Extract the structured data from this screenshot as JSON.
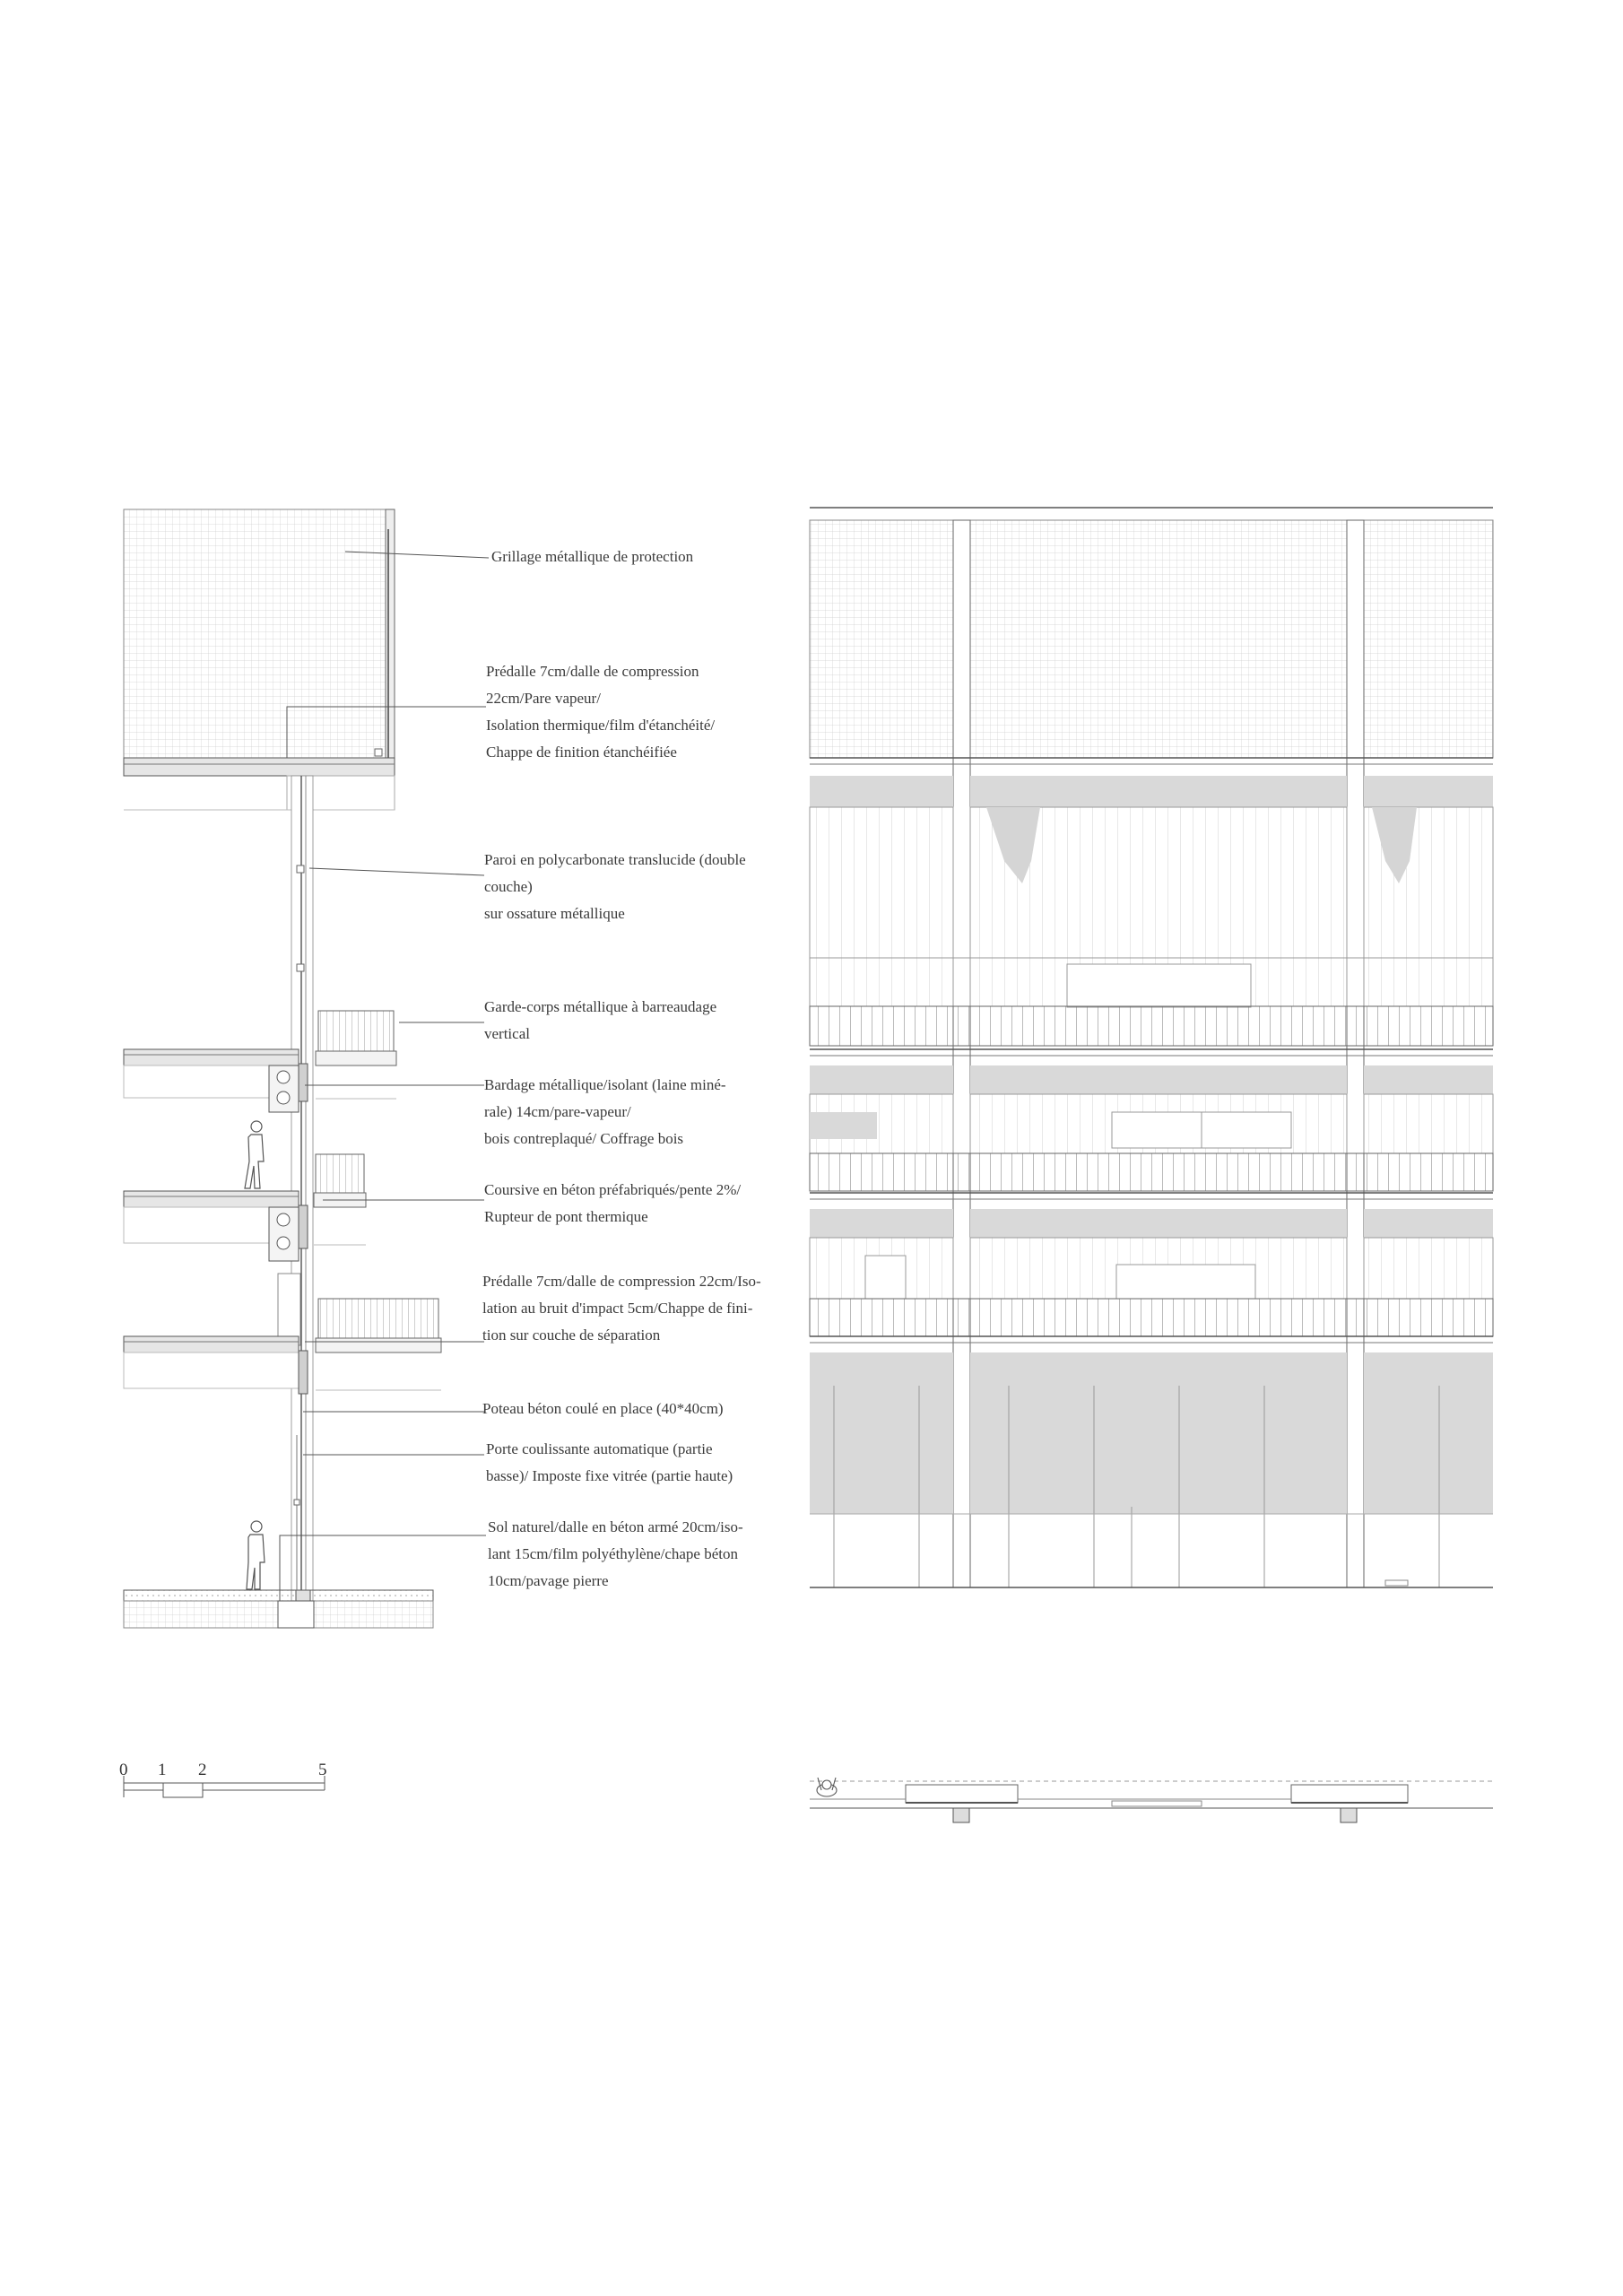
{
  "annotations": [
    {
      "id": "grillage",
      "lines": [
        "Grillage métallique de protection"
      ]
    },
    {
      "id": "toiture",
      "lines": [
        "Prédalle 7cm/dalle de compression",
        "22cm/Pare vapeur/",
        "Isolation thermique/film d'étanchéité/",
        "Chappe de finition étanchéifiée"
      ]
    },
    {
      "id": "paroi",
      "lines": [
        "Paroi en polycarbonate translucide (double",
        "couche)",
        "sur ossature métallique"
      ]
    },
    {
      "id": "garde-corps",
      "lines": [
        "Garde-corps métallique à barreaudage",
        "vertical"
      ]
    },
    {
      "id": "bardage",
      "lines": [
        "Bardage métallique/isolant (laine miné-",
        "rale) 14cm/pare-vapeur/",
        "bois contreplaqué/ Coffrage bois"
      ]
    },
    {
      "id": "coursive",
      "lines": [
        "Coursive en béton préfabriqués/pente 2%/",
        "Rupteur de pont thermique"
      ]
    },
    {
      "id": "plancher",
      "lines": [
        "Prédalle 7cm/dalle de compression 22cm/Iso-",
        "lation au bruit d'impact 5cm/Chappe de fini-",
        "tion sur couche de séparation"
      ]
    },
    {
      "id": "poteau",
      "lines": [
        "Poteau béton coulé en place (40*40cm)"
      ]
    },
    {
      "id": "porte",
      "lines": [
        "Porte coulissante automatique (partie",
        "basse)/ Imposte fixe vitrée (partie haute)"
      ]
    },
    {
      "id": "sol",
      "lines": [
        "Sol naturel/dalle en béton armé 20cm/iso-",
        "lant 15cm/film polyéthylène/chape béton",
        "10cm/pavage pierre"
      ]
    }
  ],
  "scale_bar": {
    "ticks": [
      "0",
      "1",
      "2",
      "5"
    ]
  },
  "colors": {
    "line": "#555555",
    "fill_grey": "#d9d9d9",
    "hatch": "#c9c9c9"
  }
}
